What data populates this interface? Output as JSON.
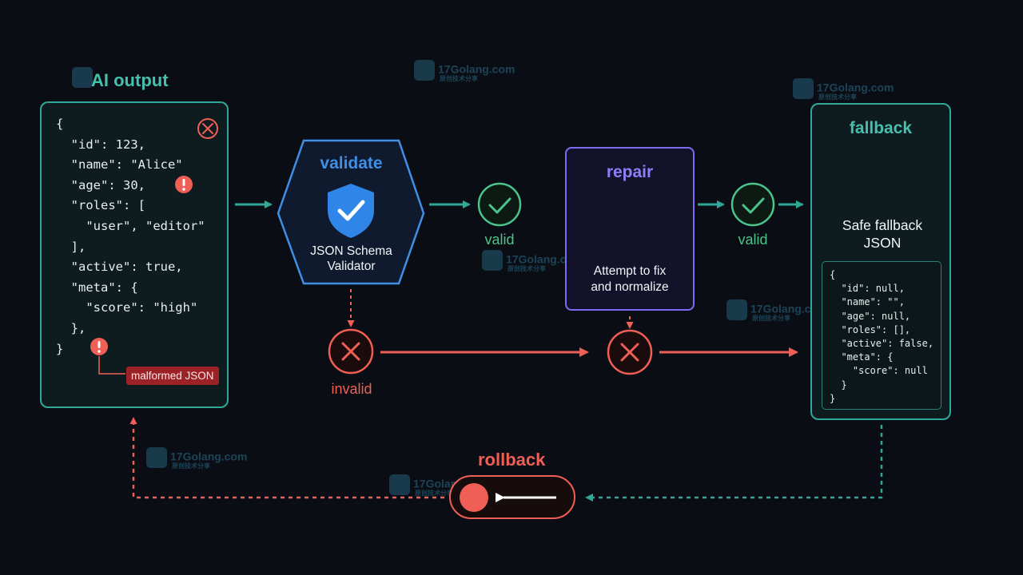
{
  "left_panel": {
    "title": "AI output",
    "code": "{\n  \"id\": 123,\n  \"name\": \"Alice\"\n  \"age\": 30,\n  \"roles\": [\n    \"user\", \"editor\"\n  ],\n  \"active\": true,\n  \"meta\": {\n    \"score\": \"high\"\n  },\n}",
    "error_tag": "malformed JSON"
  },
  "validate": {
    "title": "validate",
    "line1": "JSON Schema",
    "line2": "Validator"
  },
  "repair": {
    "title": "repair",
    "line1": "Attempt to fix",
    "line2": "and normalize"
  },
  "fallback": {
    "title": "fallback",
    "line1": "Safe fallback",
    "line2": "JSON",
    "code": "{\n  \"id\": null,\n  \"name\": \"\",\n  \"age\": null,\n  \"roles\": [],\n  \"active\": false,\n  \"meta\": {\n    \"score\": null\n  }\n}"
  },
  "labels": {
    "valid_1": "valid",
    "valid_2": "valid",
    "invalid": "invalid",
    "rollback": "rollback"
  },
  "watermark": {
    "text": "17Golang.com",
    "sub": "原创技术分享"
  },
  "colors": {
    "teal": "#2fa89a",
    "green": "#4cc38a",
    "red": "#f05f55",
    "blue": "#3f8fe6",
    "purple": "#7b6cf0"
  }
}
